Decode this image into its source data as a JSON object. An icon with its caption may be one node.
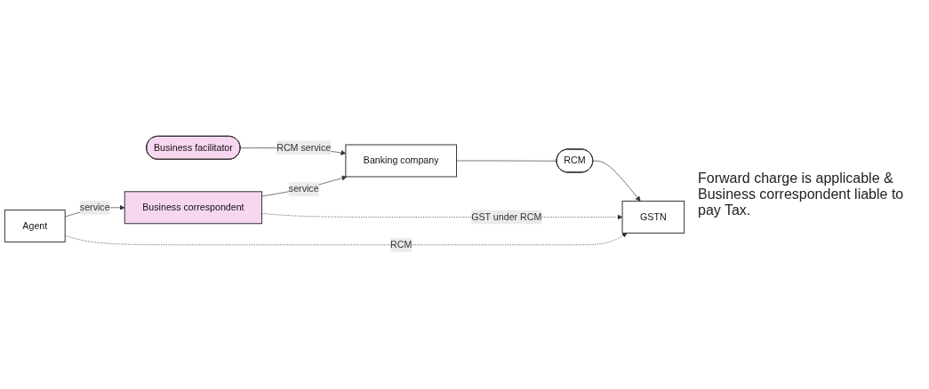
{
  "diagram": {
    "nodes": [
      {
        "text": [
          "GSTN"
        ]
      },
      {
        "text": [
          "RCM"
        ]
      },
      {
        "text": [
          "Business facilitator"
        ]
      },
      {
        "text": [
          "Banking company"
        ]
      },
      {
        "text": [
          "Business correspondent"
        ]
      },
      {
        "text": [
          "Agent"
        ]
      }
    ],
    "edges": [
      {
        "from": 3,
        "to": 1,
        "arrow": "none"
      },
      {
        "from": 1,
        "to": 0,
        "arrow": "to"
      },
      {
        "from": 2,
        "to": 3,
        "arrow": "to",
        "label": "RCM service"
      },
      {
        "from": 4,
        "to": 0,
        "arrow": "to",
        "style": "dashed",
        "label": "GST under RCM"
      },
      {
        "from": 5,
        "to": 0,
        "arrow": "to",
        "style": "dashed",
        "label": "RCM"
      },
      {
        "from": 5,
        "to": 4,
        "arrow": "to",
        "label": "service"
      },
      {
        "from": 4,
        "to": 3,
        "arrow": "to",
        "label": "service"
      }
    ],
    "labels": [
      "Forward charge is applicable & Business correspondent liable to pay Tax."
    ]
  }
}
